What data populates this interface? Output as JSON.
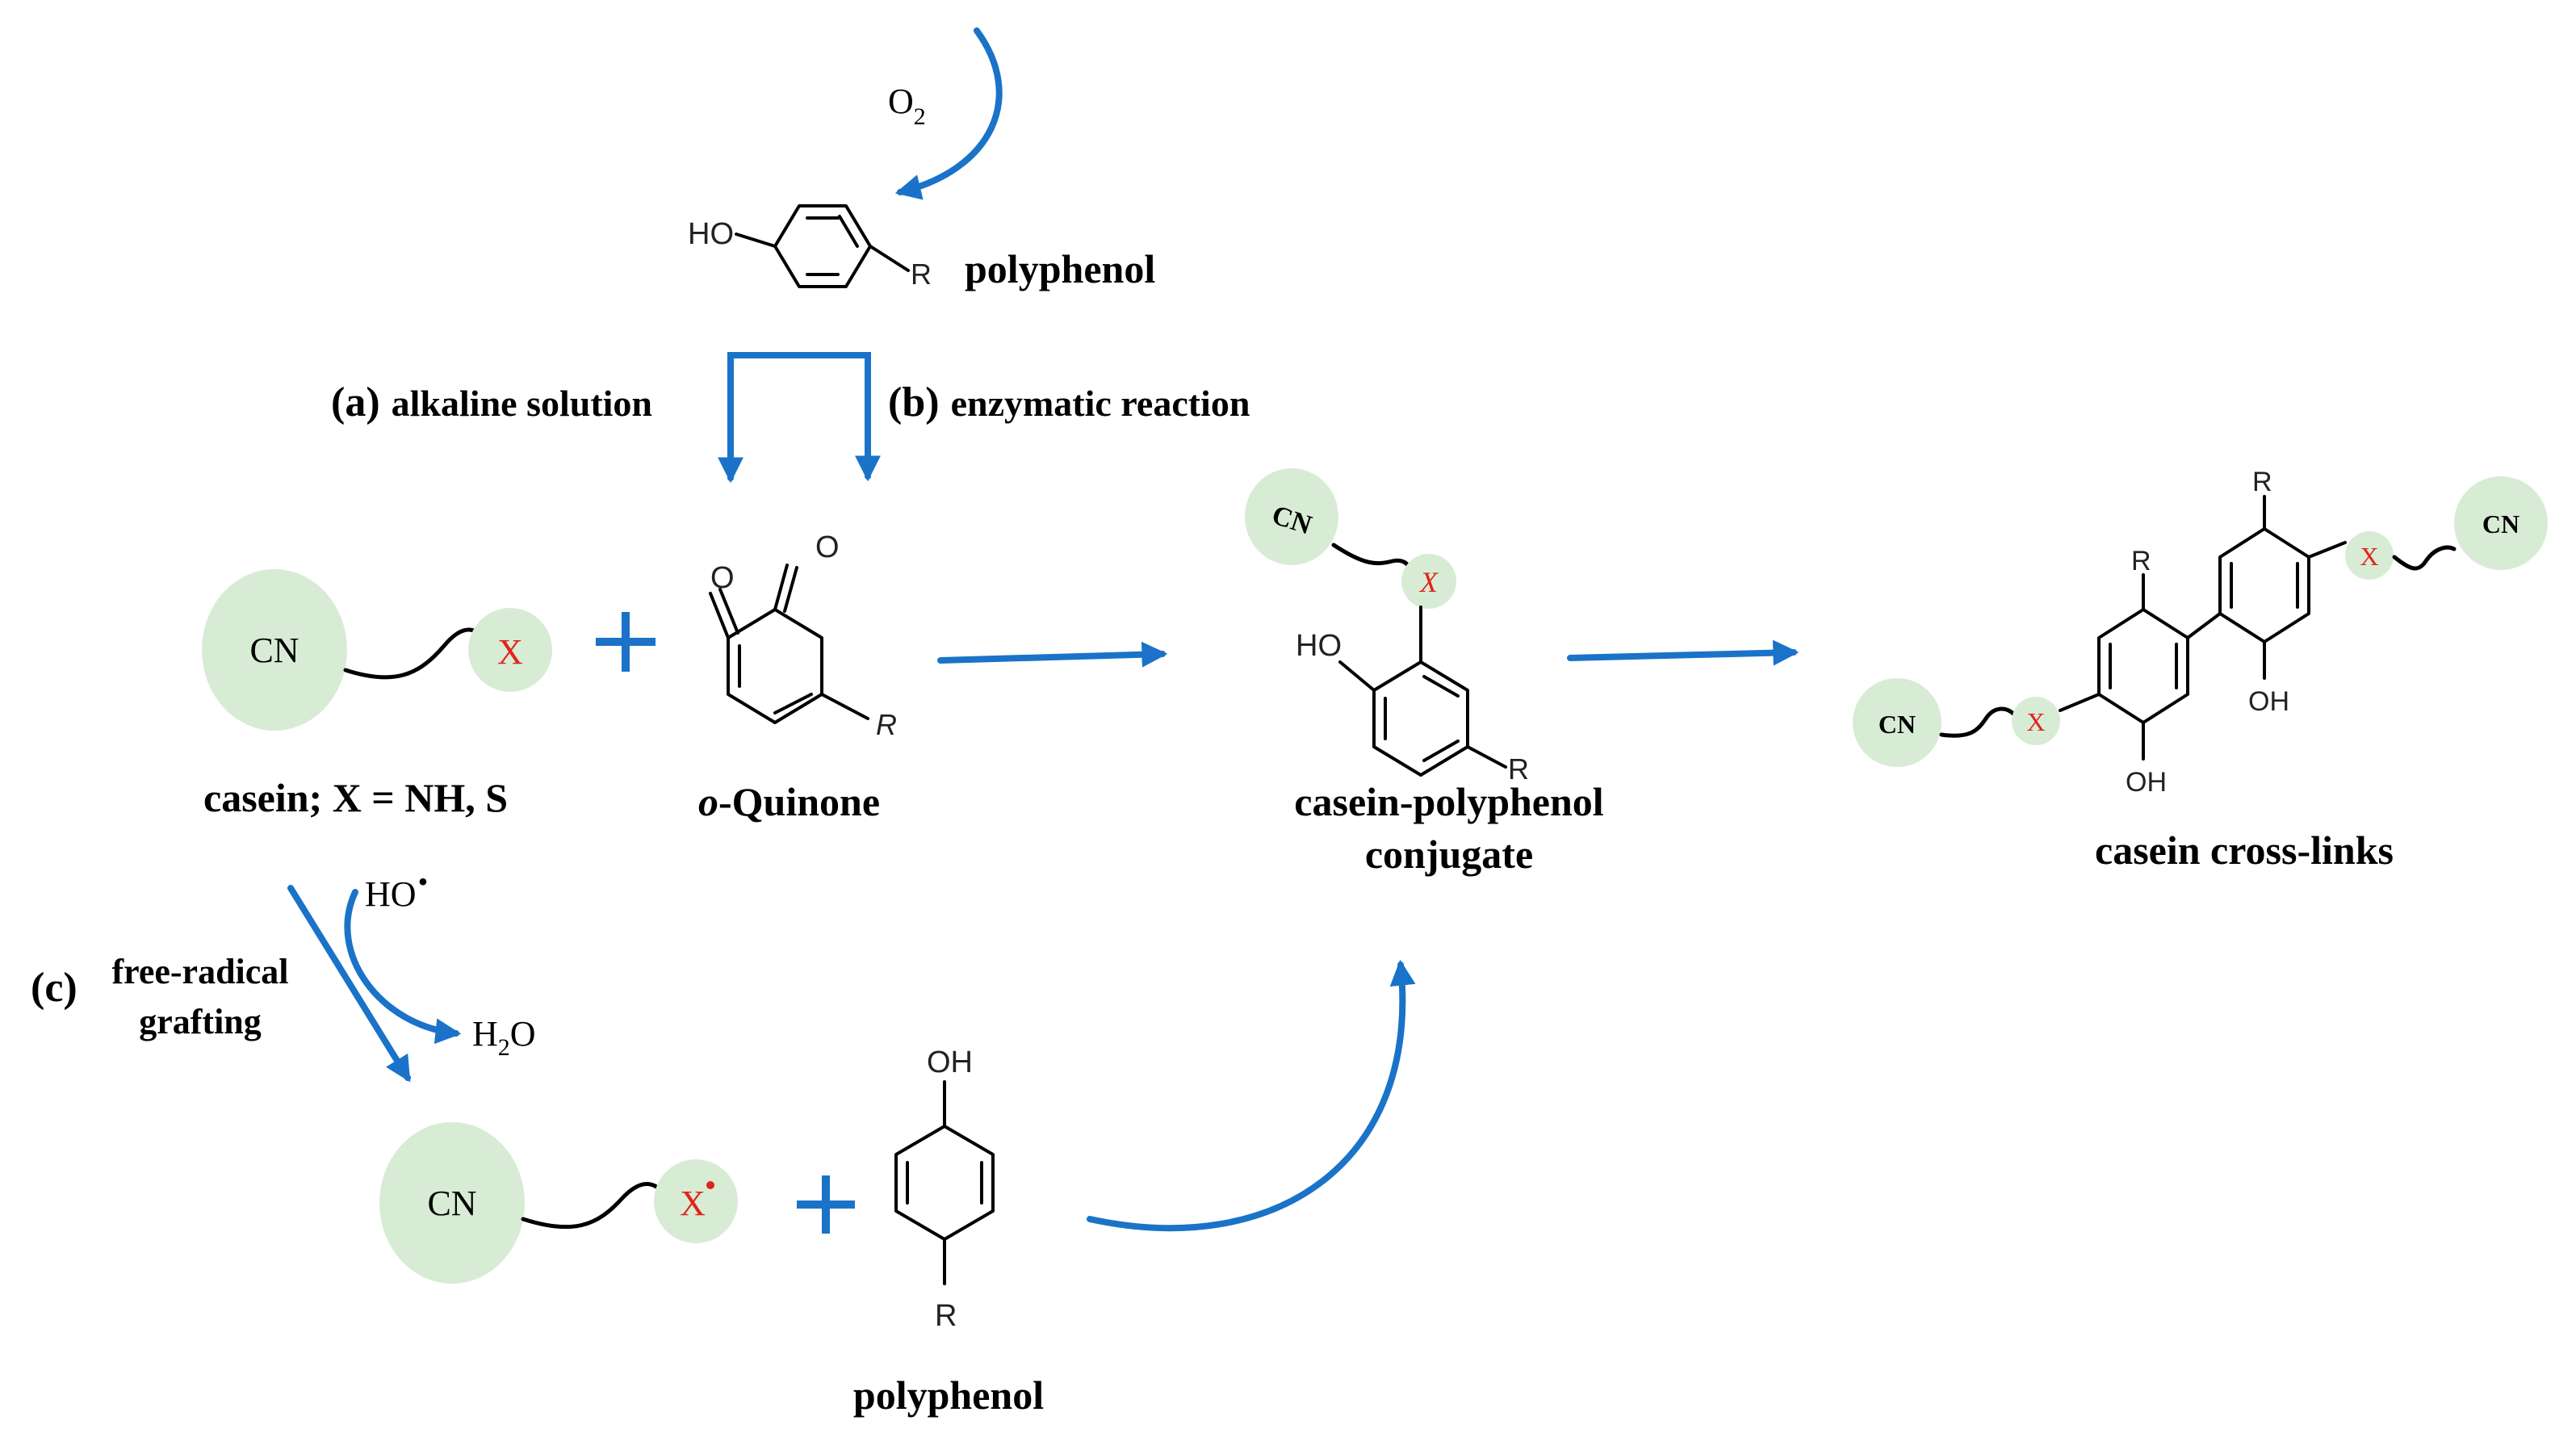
{
  "labels": {
    "o2": "O",
    "o2_sub": "2",
    "polyphenol_top": "polyphenol",
    "route_a_letter": "(a)",
    "route_a_text": "alkaline solution",
    "route_b_letter": "(b)",
    "route_b_text": "enzymatic reaction",
    "casein": "casein; X = NH, S",
    "quinone_italic": "o",
    "quinone_rest": "-Quinone",
    "conjugate_line1": "casein-polyphenol",
    "conjugate_line2": "conjugate",
    "crosslinks": "casein cross-links",
    "route_c_letter": "(c)",
    "route_c_line1": "free-radical",
    "route_c_line2": "grafting",
    "hydroxyl_radical": "HO",
    "water_h": "H",
    "water_sub": "2",
    "water_o": "O",
    "polyphenol_bottom": "polyphenol"
  },
  "atoms": {
    "cn": "CN",
    "x": "X",
    "ho": "HO",
    "oh": "OH",
    "r": "R",
    "o": "O"
  },
  "colors": {
    "arrow": "#1a73c8",
    "blob": "#d8ecd5",
    "x_label": "#e0241b"
  }
}
